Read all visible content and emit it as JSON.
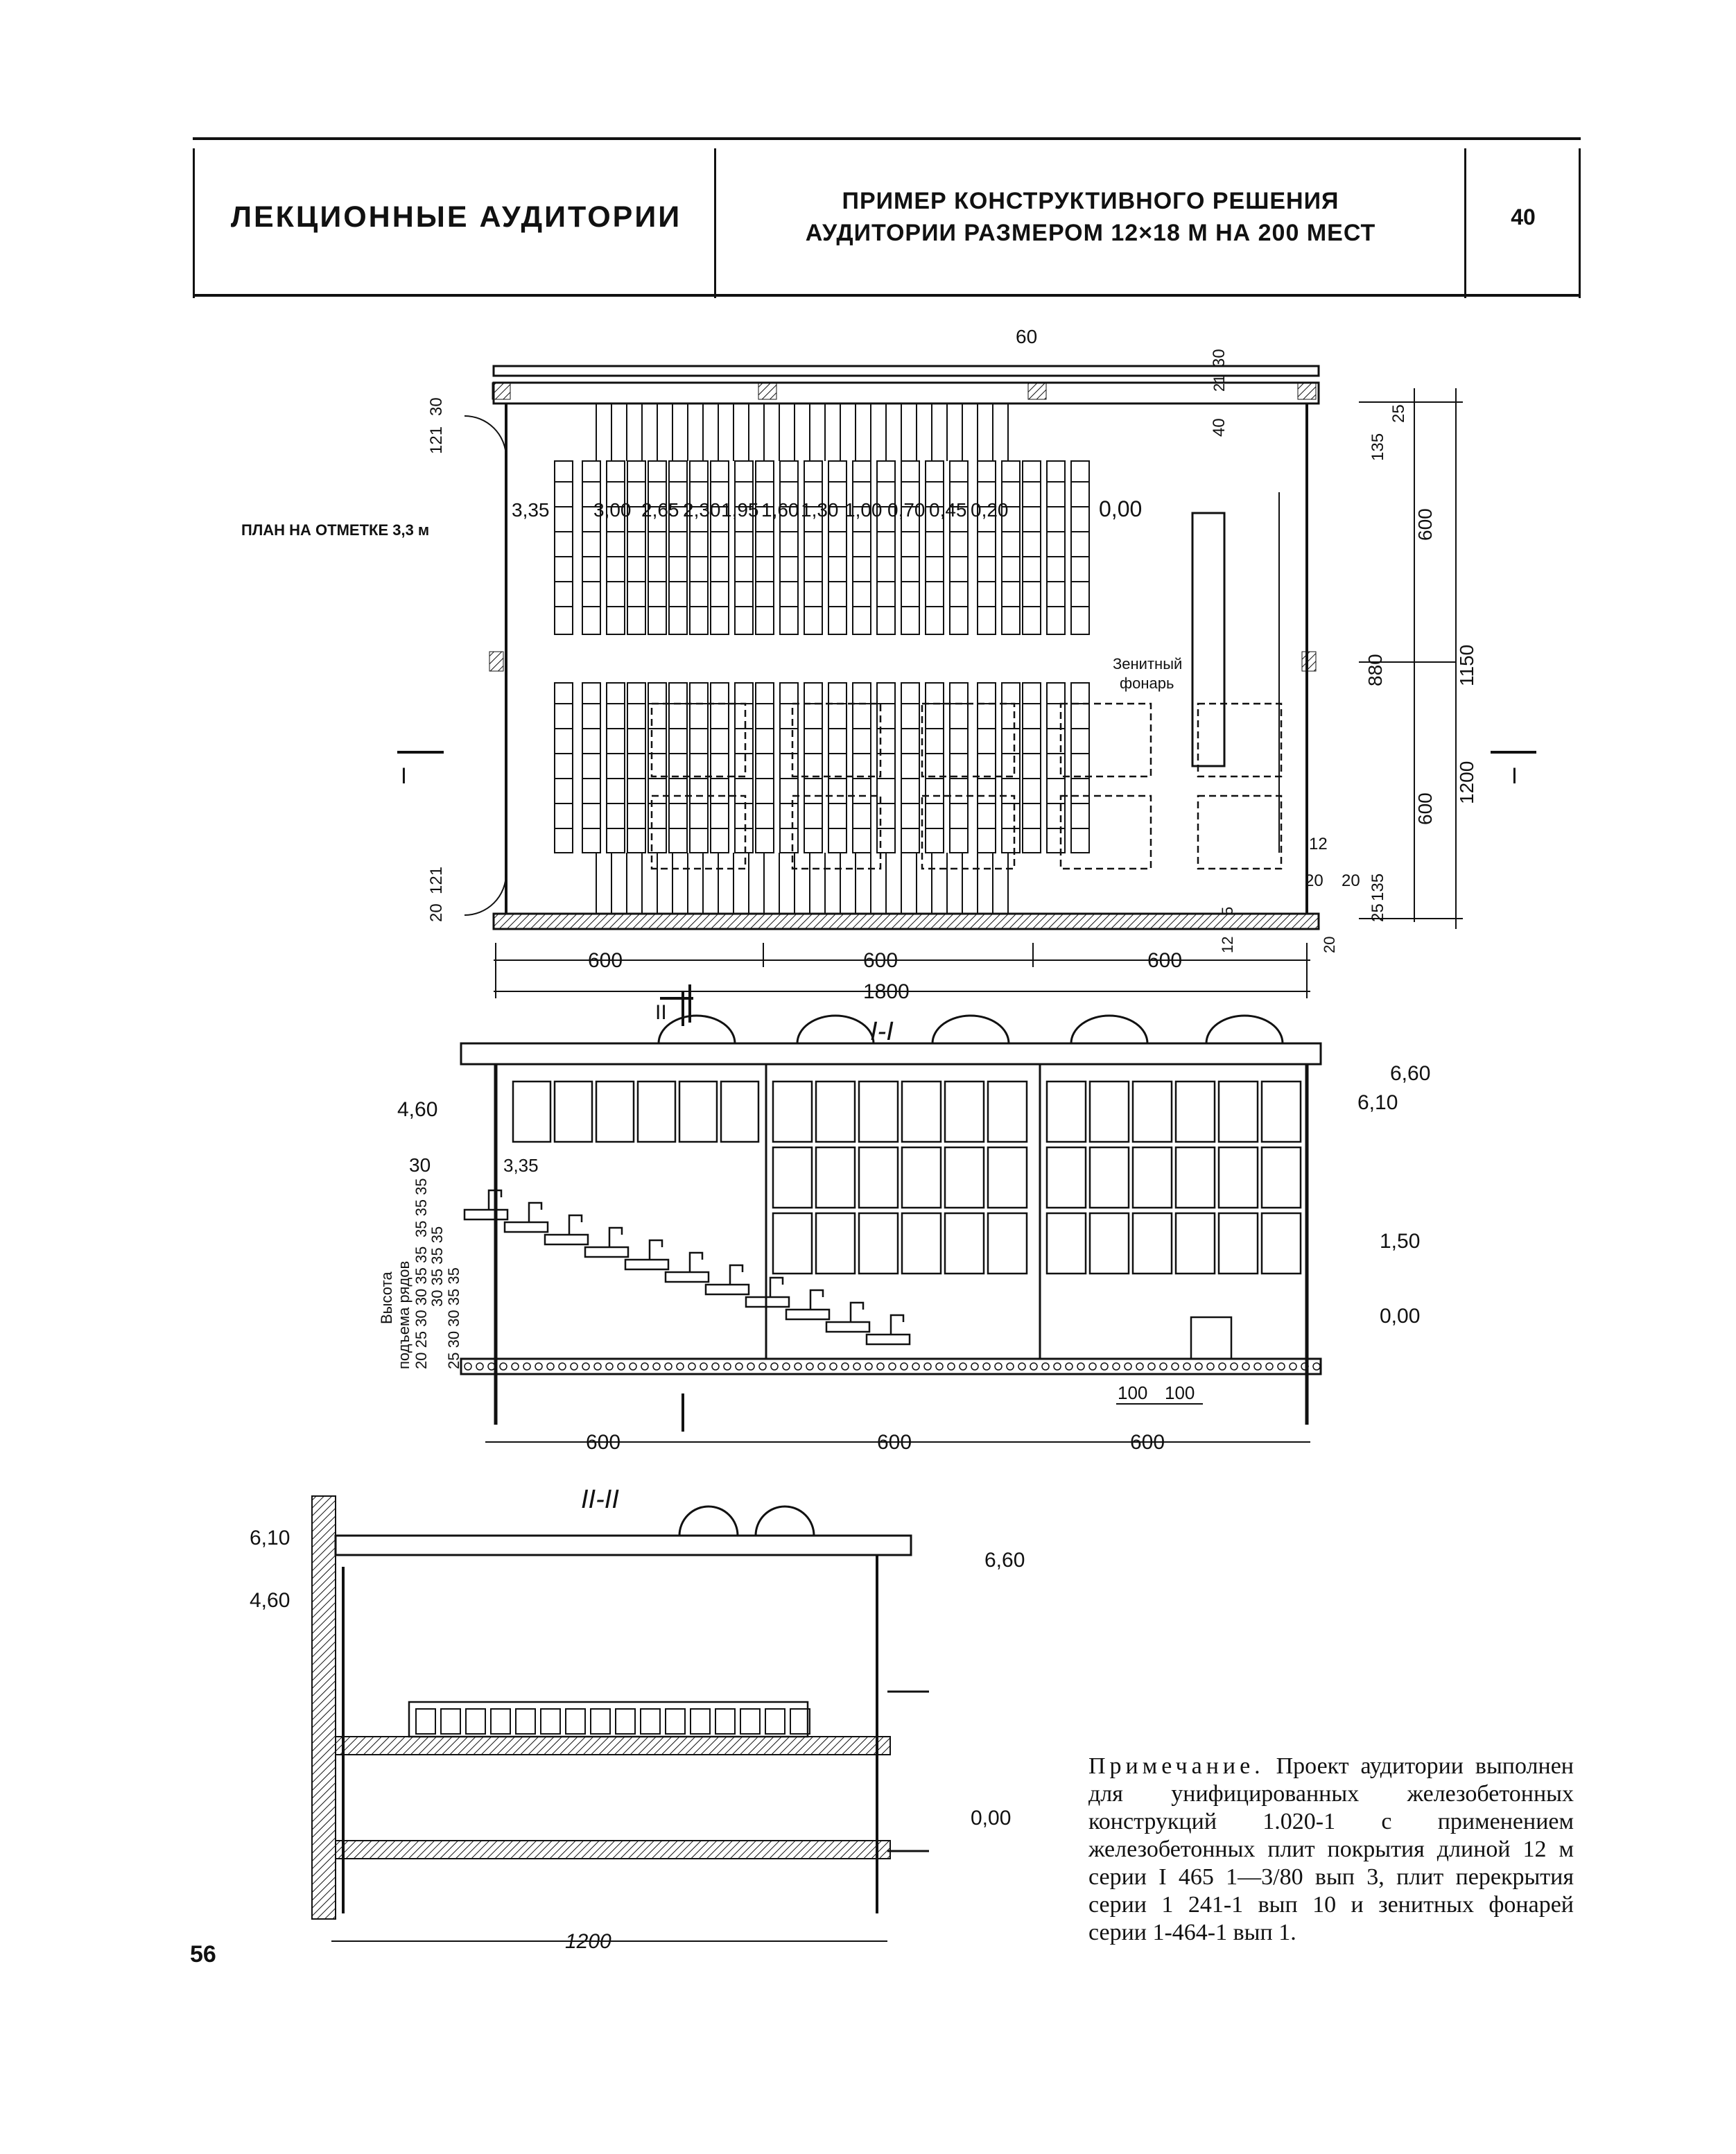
{
  "header": {
    "section": "ЛЕКЦИОННЫЕ АУДИТОРИИ",
    "title_line1": "ПРИМЕР КОНСТРУКТИВНОГО РЕШЕНИЯ",
    "title_line2": "АУДИТОРИИ РАЗМЕРОМ 12×18 М НА 200 МЕСТ",
    "sheet_number": "40"
  },
  "plan": {
    "label": "ПЛАН НА ОТМЕТКЕ 3,3 м",
    "skylight_label_1": "Зенитный",
    "skylight_label_2": "фонарь",
    "level_marks": [
      "3,35",
      "3,00",
      "2,65",
      "2,30",
      "1,95",
      "1,60",
      "1,30",
      "1,00",
      "0,70",
      "0,45",
      "0,20"
    ],
    "level_zero": "0,00",
    "dims_bottom": [
      "600",
      "600",
      "600"
    ],
    "dim_total": "1800",
    "dims_right_inner": [
      "600",
      "1150",
      "600"
    ],
    "dim_right_total": "1200",
    "dim_880": "880",
    "dims_small": [
      "30",
      "121",
      "121",
      "20",
      "60",
      "30",
      "21",
      "40",
      "135",
      "25",
      "135",
      "25",
      "12",
      "20",
      "20",
      "5",
      "12",
      "20"
    ],
    "section_mark": "I",
    "section_mark_2": "II"
  },
  "section_1": {
    "title": "I-I",
    "levels": [
      "6,60",
      "6,10",
      "4,60",
      "3,35",
      "1,50",
      "0,00"
    ],
    "small_dim": "30",
    "rise_label_1": "Высота",
    "rise_label_2": "подъема рядов",
    "rise_row_1": "35 35 35",
    "rise_row_2": "30 35 35 35",
    "rise_row_3": "20 25 30 30 35 35",
    "rise_row_4": "25 30 30 35 35",
    "dims_bottom": [
      "600",
      "600",
      "600"
    ],
    "dims_seat": [
      "100",
      "100"
    ]
  },
  "section_2": {
    "title": "II-II",
    "levels": [
      "6,10",
      "4,60",
      "6,60",
      "0,00"
    ],
    "dim_total": "1200"
  },
  "note": {
    "heading": "Примечание.",
    "text": "Проект аудитории выполнен для унифицированных железобетонных конструкций 1.020-1 с применением железобетонных плит покрытия длиной 12 м серии I 465 1—3/80 вып 3, плит перекрытия серии 1 241-1 вып 10 и зенитных фонарей серии 1-464-1 вып 1."
  },
  "page_number": "56"
}
